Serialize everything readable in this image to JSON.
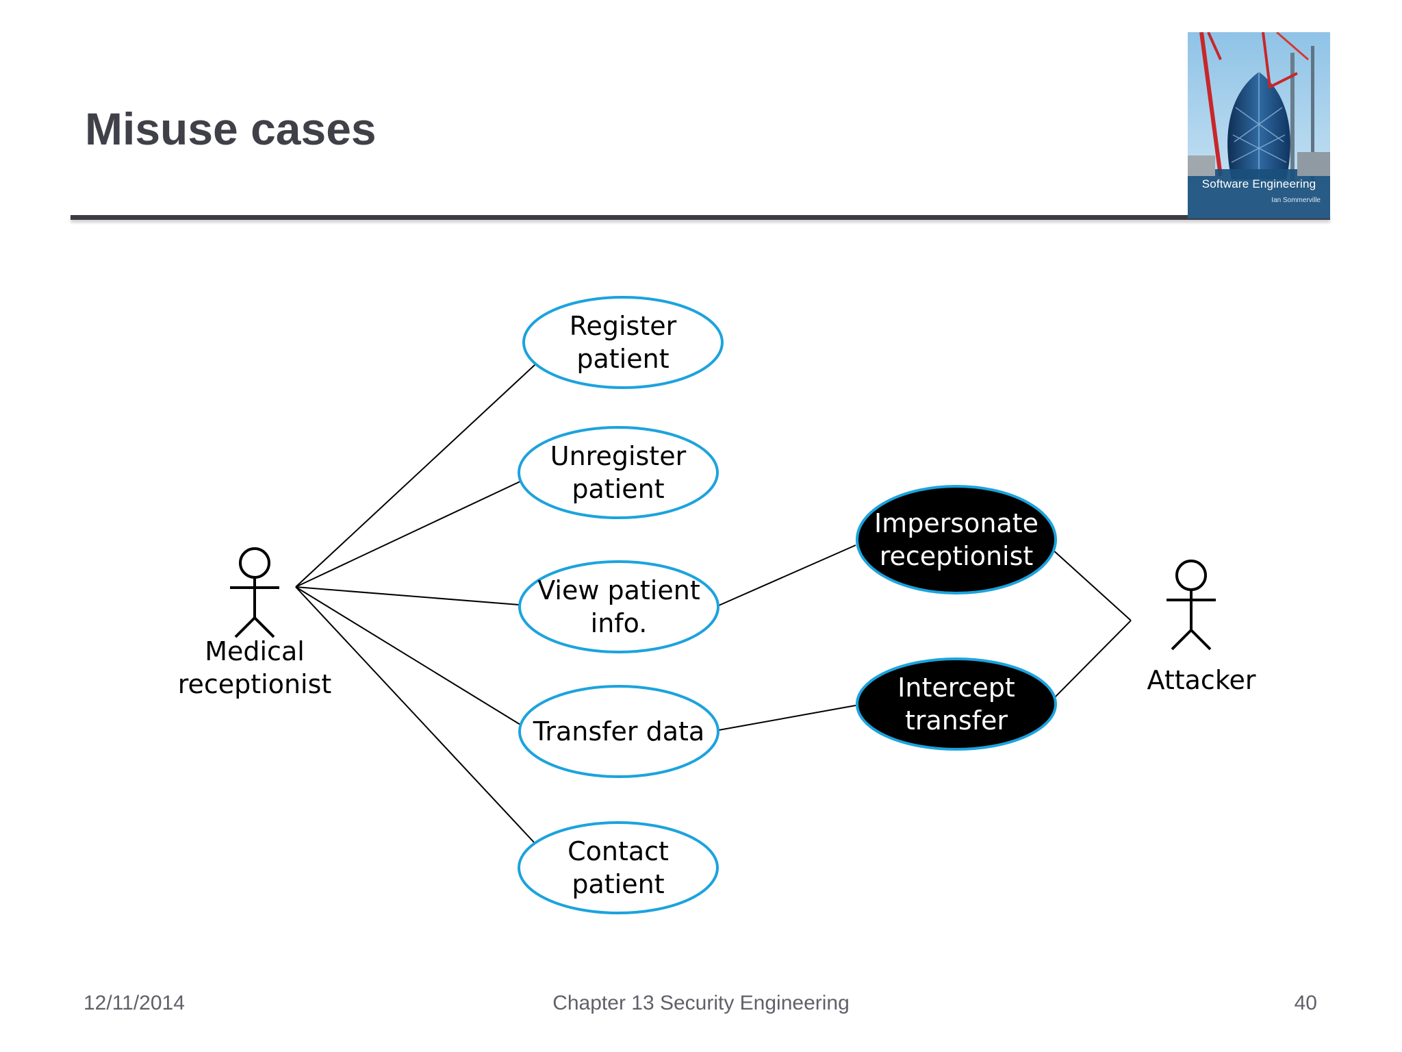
{
  "slide": {
    "title": "Misuse cases",
    "footer_date": "12/11/2014",
    "footer_center": "Chapter 13 Security Engineering",
    "page_number": "40"
  },
  "book_cover": {
    "title": "Software Engineering",
    "author": "Ian Sommerville"
  },
  "diagram": {
    "colors": {
      "use_case_border": "#1ca3dd",
      "misuse_fill": "#000000",
      "use_case_fill": "#ffffff",
      "line": "#000000"
    },
    "actors": [
      {
        "id": "receptionist",
        "name": [
          "Medical",
          "receptionist"
        ]
      },
      {
        "id": "attacker",
        "name": [
          "Attacker"
        ]
      }
    ],
    "use_cases": [
      {
        "id": "register",
        "label": [
          "Register",
          "patient"
        ],
        "misuse": false
      },
      {
        "id": "unregister",
        "label": [
          "Unregister",
          "patient"
        ],
        "misuse": false
      },
      {
        "id": "view",
        "label": [
          "View patient",
          "info."
        ],
        "misuse": false
      },
      {
        "id": "transfer",
        "label": [
          "Transfer data"
        ],
        "misuse": false
      },
      {
        "id": "contact",
        "label": [
          "Contact",
          "patient"
        ],
        "misuse": false
      },
      {
        "id": "impersonate",
        "label": [
          "Impersonate",
          "receptionist"
        ],
        "misuse": true
      },
      {
        "id": "intercept",
        "label": [
          "Intercept",
          "transfer"
        ],
        "misuse": true
      }
    ],
    "associations": [
      {
        "from": "receptionist",
        "to": "register"
      },
      {
        "from": "receptionist",
        "to": "unregister"
      },
      {
        "from": "receptionist",
        "to": "view"
      },
      {
        "from": "receptionist",
        "to": "transfer"
      },
      {
        "from": "receptionist",
        "to": "contact"
      },
      {
        "from": "impersonate",
        "to": "view"
      },
      {
        "from": "intercept",
        "to": "transfer"
      },
      {
        "from": "attacker",
        "to": "impersonate"
      },
      {
        "from": "attacker",
        "to": "intercept"
      }
    ]
  }
}
